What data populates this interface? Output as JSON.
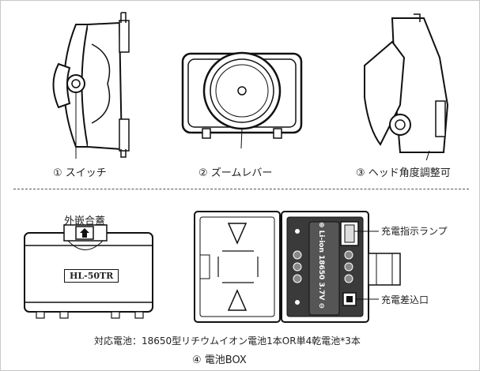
{
  "labels": {
    "switch": "① スイッチ",
    "zoom": "② ズームレバー",
    "angle": "③ ヘッド角度調整可",
    "box": "④ 電池BOX",
    "cover": "外嵌合蓋",
    "charge_indicator": "充電指示ランプ",
    "charge_port": "充電差込口",
    "battery_note": "対応電池：18650型リチウムイオン電池1本OR単4乾電池*3本",
    "model": "HL-50TR",
    "battery_text": "⊕ Li-ion 18650 3.7V ⊖"
  },
  "icons": {
    "cover_arrow": "up-arrow-icon",
    "slot_up": "triangle-up-icon",
    "slot_down": "triangle-down-icon"
  },
  "colors": {
    "line": "#111111",
    "fill_dark": "#2b2b2b",
    "fill_mid": "#7a7a7a",
    "fill_light": "#d9d9d9"
  }
}
